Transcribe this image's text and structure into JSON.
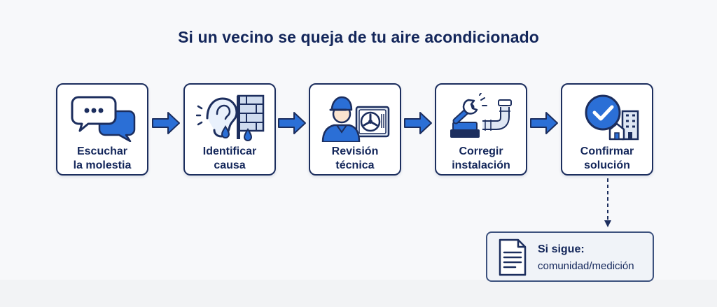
{
  "title": "Si un vecino se queja de tu aire acondicionado",
  "steps": [
    {
      "line1": "Escuchar",
      "line2": "la molestia",
      "icon": "chat-bubbles-icon"
    },
    {
      "line1": "Identificar",
      "line2": "causa",
      "icon": "ear-wall-drip-icon"
    },
    {
      "line1": "Revisión",
      "line2": "técnica",
      "icon": "technician-ac-unit-icon"
    },
    {
      "line1": "Corregir",
      "line2": "instalación",
      "icon": "wrench-pipe-icon"
    },
    {
      "line1": "Confirmar",
      "line2": "solución",
      "icon": "check-buildings-icon"
    }
  ],
  "note": {
    "title": "Si sigue:",
    "subtitle": "comunidad/medición",
    "icon": "document-icon"
  },
  "colors": {
    "navy": "#13265a",
    "blue": "#2b6fd6",
    "light_blue": "#cfe0f7"
  }
}
